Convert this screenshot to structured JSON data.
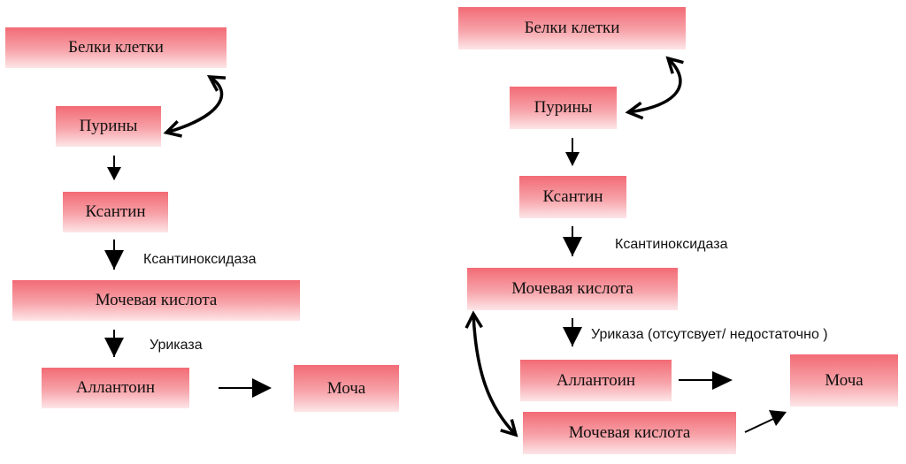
{
  "left": {
    "cell_proteins": "Белки клетки",
    "purines": "Пурины",
    "xanthine": "Ксантин",
    "xanthine_oxidase": "Ксантиноксидаза",
    "uric_acid": "Мочевая кислота",
    "uricase": "Уриказа",
    "allantoin": "Аллантоин",
    "urine": "Моча"
  },
  "right": {
    "cell_proteins": "Белки клетки",
    "purines": "Пурины",
    "xanthine": "Ксантин",
    "xanthine_oxidase": "Ксантиноксидаза",
    "uric_acid": "Мочевая кислота",
    "uricase": "Уриказа (отсутсвует/ недостаточно )",
    "allantoin": "Аллантоин",
    "urine": "Моча",
    "uric_acid_2": "Мочевая кислота"
  },
  "colors": {
    "box_top": "#f26b75",
    "box_bottom": "#fde6e8",
    "arrow": "#000000"
  }
}
